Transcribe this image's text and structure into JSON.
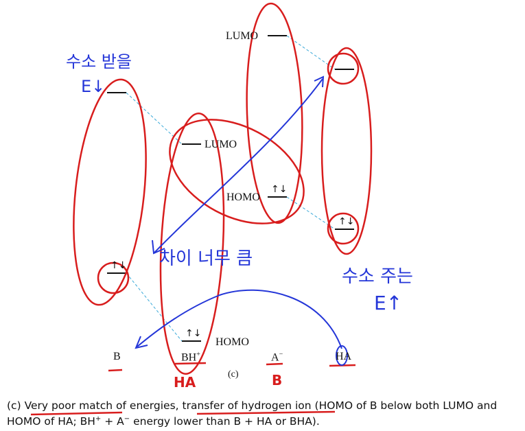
{
  "diagram": {
    "level_labels": {
      "lumo_right": "LUMO",
      "lumo_mid": "LUMO",
      "homo_right": "HOMO",
      "homo_bottom": "HOMO"
    },
    "electron_pair": "↑↓",
    "species": {
      "b": "B",
      "bh": "BH",
      "bh_charge": "+",
      "a": "A",
      "a_charge": "−",
      "ha": "HA"
    },
    "panel_label": "(c)"
  },
  "annotations": {
    "top_left": "수소 받을",
    "top_left_2": "E↓",
    "middle": "차이 너무 큼",
    "right": "수소 주는",
    "right_2": "E↑",
    "under_bh": "HA",
    "under_a": "B"
  },
  "caption": {
    "label": "(c)",
    "part1": "Very poor match",
    "part2": " of energies, ",
    "part3": "transfer of hydrogen ion",
    "part4": " (HOMO of B below both LUMO and HOMO of HA; BH",
    "part5": " + A",
    "part6": " energy lower than B + HA or BHA)."
  },
  "colors": {
    "level_line": "#111111",
    "dashed_connector": "#38a8d8",
    "red_annotation": "#d81d1d",
    "blue_annotation": "#2436d8"
  }
}
